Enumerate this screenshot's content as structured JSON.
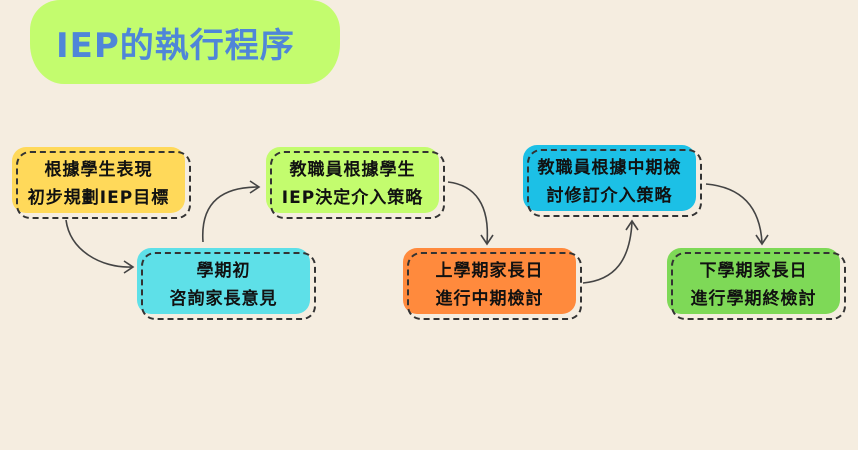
{
  "title": "IEP的執行程序",
  "steps": [
    {
      "line1": "根據學生表現",
      "line2": "初步規劃IEP目標",
      "color": "#ffd95a"
    },
    {
      "line1": "學期初",
      "line2": "咨詢家長意見",
      "color": "#5ee0e8"
    },
    {
      "line1": "教職員根據學生",
      "line2": "IEP決定介入策略",
      "color": "#c3fc6e"
    },
    {
      "line1": "上學期家長日",
      "line2": "進行中期檢討",
      "color": "#ff8a3d"
    },
    {
      "line1": "教職員根據中期檢",
      "line2": "討修訂介入策略",
      "color": "#1cc0e6"
    },
    {
      "line1": "下學期家長日",
      "line2": "進行學期終檢討",
      "color": "#7ed957"
    }
  ]
}
